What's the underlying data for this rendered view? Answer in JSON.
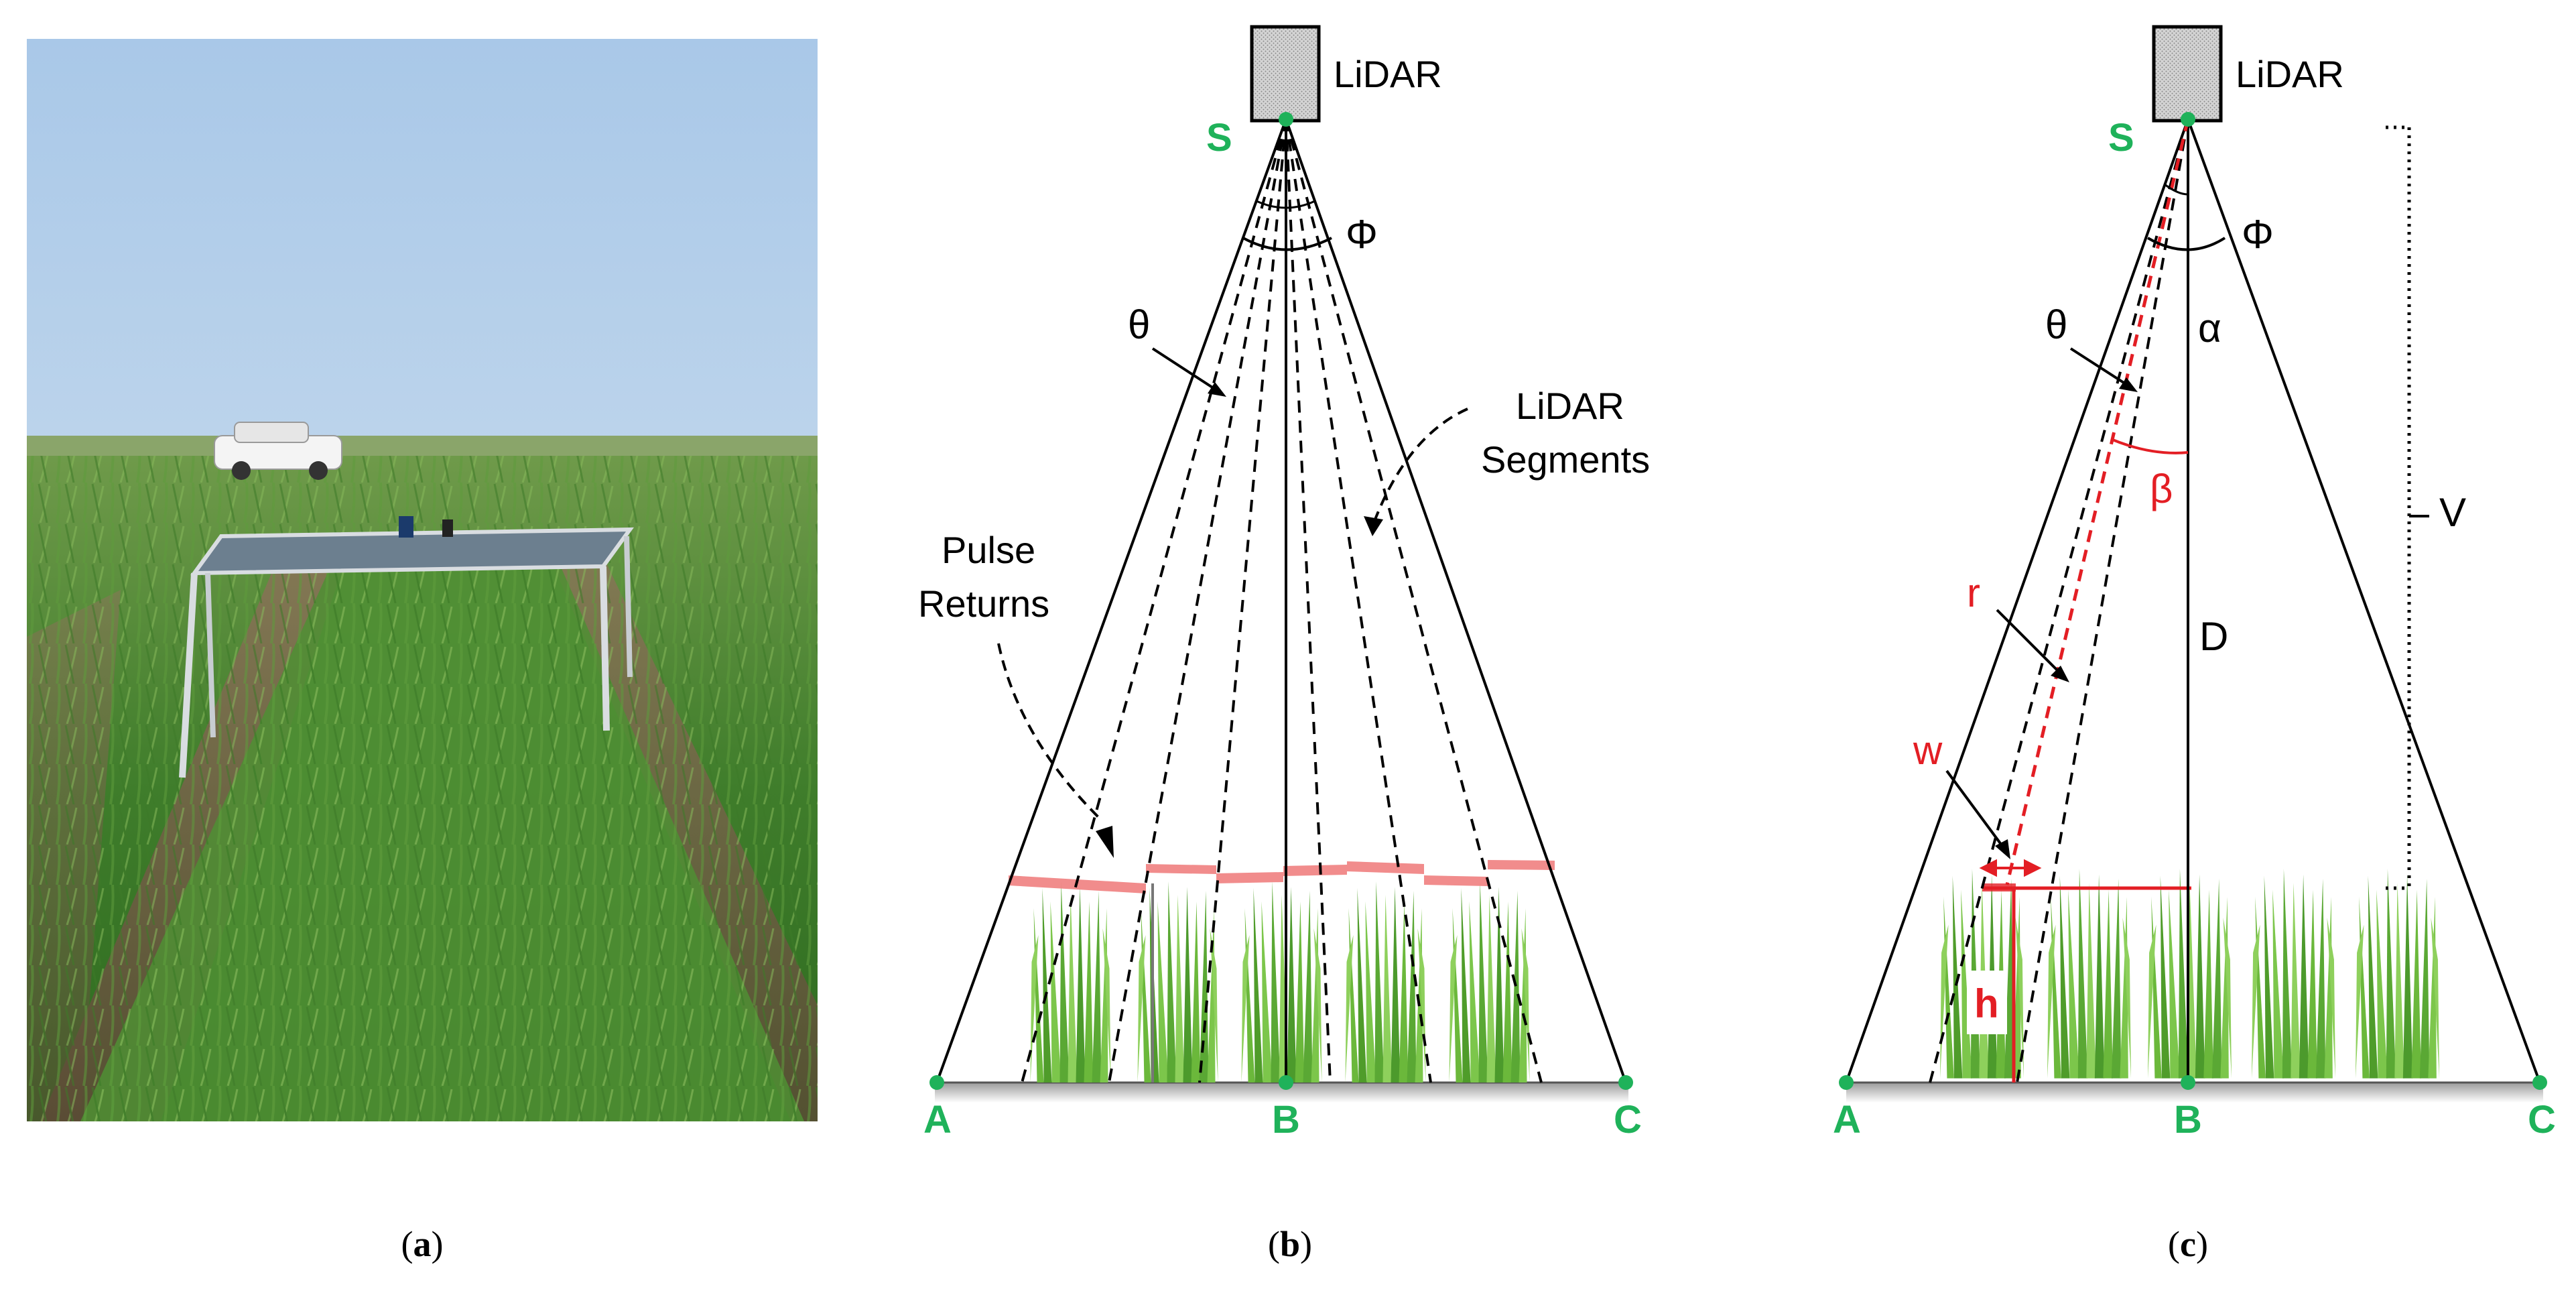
{
  "panels": {
    "a": {
      "caption_letter": "a"
    },
    "b": {
      "caption_letter": "b",
      "sensor_label": "LiDAR",
      "point_s": "S",
      "point_a": "A",
      "point_b": "B",
      "point_c": "C",
      "angle_phi": "Φ",
      "angle_theta": "θ",
      "segments_line1": "LiDAR",
      "segments_line2": "Segments",
      "pulse_line1": "Pulse",
      "pulse_line2": "Returns"
    },
    "c": {
      "caption_letter": "c",
      "sensor_label": "LiDAR",
      "point_s": "S",
      "point_a": "A",
      "point_b": "B",
      "point_c": "C",
      "angle_phi": "Φ",
      "angle_theta": "θ",
      "angle_alpha": "α",
      "angle_beta": "β",
      "label_v": "V",
      "label_d": "D",
      "label_r": "r",
      "label_w": "w",
      "label_h": "h"
    }
  },
  "colors": {
    "accent_green": "#1fb25a",
    "annotation_red": "#e31e24",
    "pulse_return": "#f08080",
    "plant_green": "#5aa834"
  }
}
